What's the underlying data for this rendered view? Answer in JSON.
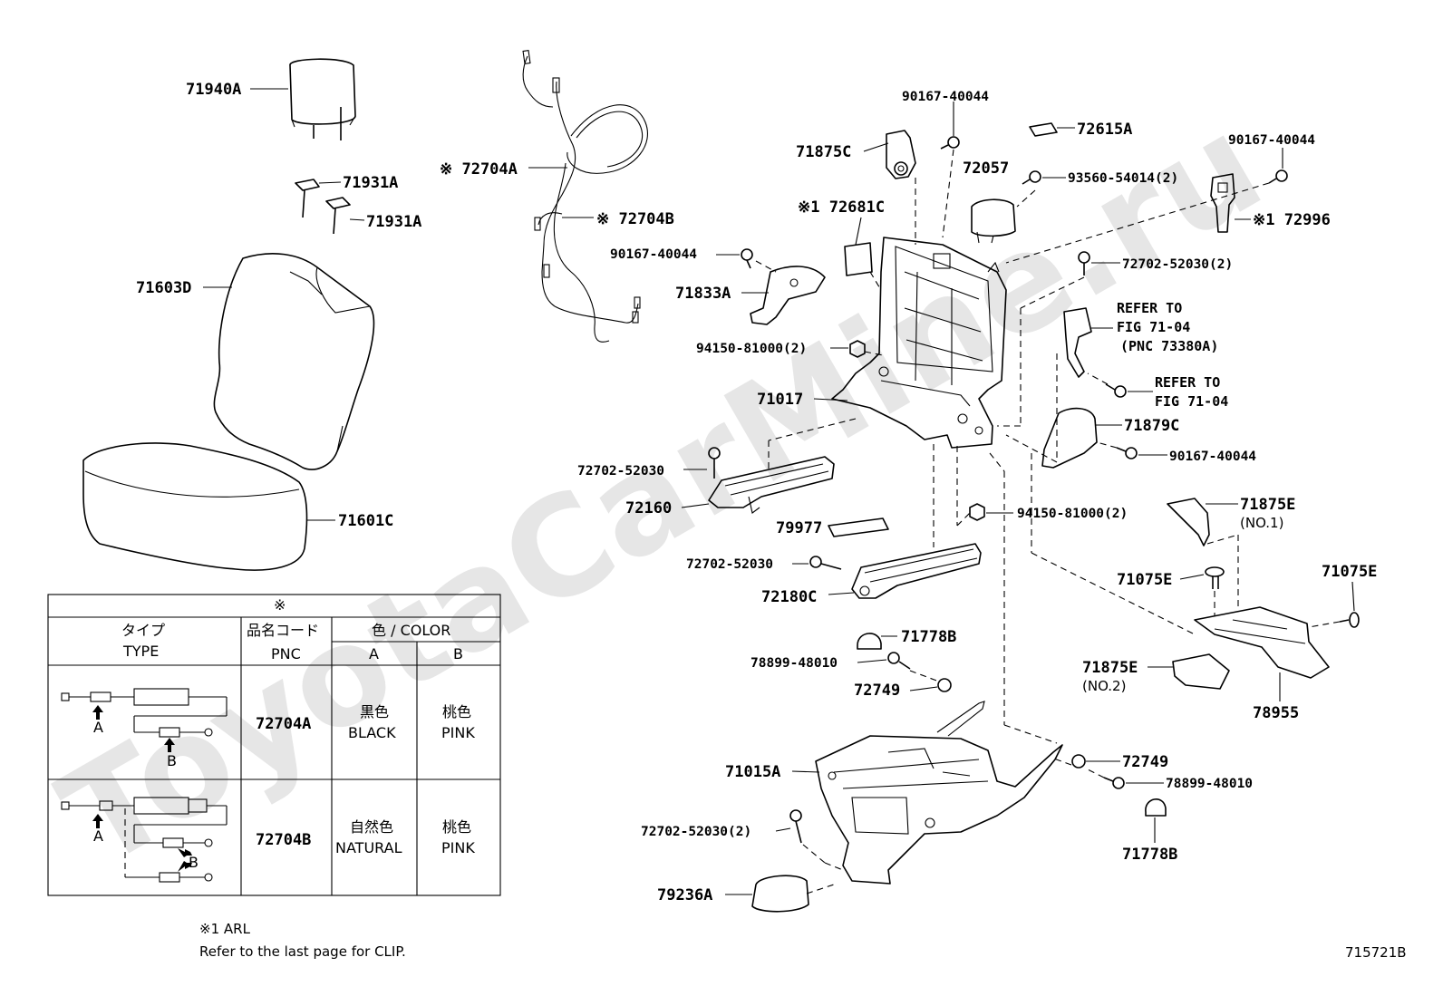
{
  "watermark": "ToyotaCarMine.ru",
  "figure_number": "715721B",
  "labels": {
    "p71940A": "71940A",
    "p71931A_1": "71931A",
    "p71931A_2": "71931A",
    "p71603D": "71603D",
    "p71601C": "71601C",
    "p72704A": "※ 72704A",
    "p72704B": "※ 72704B",
    "b90167_top": "90167-40044",
    "p72615A": "72615A",
    "p71875C": "71875C",
    "p72057": "72057",
    "b93560": "93560-54014(2)",
    "b90167_right": "90167-40044",
    "p72681C": "※1 72681C",
    "p72996": "※1 72996",
    "b90167_left": "90167-40044",
    "b72702_right": "72702-52030(2)",
    "p71833A": "71833A",
    "refer1_l1": "REFER TO",
    "refer1_l2": "FIG 71-04",
    "refer1_l3": "(PNC 73380A)",
    "b94150_top": "94150-81000(2)",
    "refer2_l1": "REFER TO",
    "refer2_l2": "FIG 71-04",
    "p71017": "71017",
    "p71879C": "71879C",
    "b90167_mid": "90167-40044",
    "b72702_a": "72702-52030",
    "p72160": "72160",
    "b94150_mid": "94150-81000(2)",
    "p71875E_1": "71875E",
    "no1": "(NO.1)",
    "p79977": "79977",
    "b72702_b": "72702-52030",
    "p71075E_1": "71075E",
    "p71075E_2": "71075E",
    "p72180C": "72180C",
    "p71778B_top": "71778B",
    "b78899_top": "78899-48010",
    "p71875E_2": "71875E",
    "no2": "(NO.2)",
    "p72749_top": "72749",
    "p78955": "78955",
    "p72749_bot": "72749",
    "p71015A": "71015A",
    "b78899_bot": "78899-48010",
    "b72702_c": "72702-52030(2)",
    "p71778B_bot": "71778B",
    "p79236A": "79236A"
  },
  "table": {
    "title": "※",
    "headers": {
      "type_jp": "タイプ",
      "type_en": "TYPE",
      "pnc_jp": "品名コード",
      "pnc_en": "PNC",
      "color": "色 / COLOR",
      "col_a": "A",
      "col_b": "B"
    },
    "rows": [
      {
        "pnc": "72704A",
        "a_jp": "黒色",
        "a_en": "BLACK",
        "b_jp": "桃色",
        "b_en": "PINK",
        "mark_a": "A",
        "mark_b": "B"
      },
      {
        "pnc": "72704B",
        "a_jp": "自然色",
        "a_en": "NATURAL",
        "b_jp": "桃色",
        "b_en": "PINK",
        "mark_a": "A",
        "mark_b": "B"
      }
    ]
  },
  "notes": {
    "note1": "※1  ARL",
    "note2": "Refer to the last page for CLIP."
  }
}
